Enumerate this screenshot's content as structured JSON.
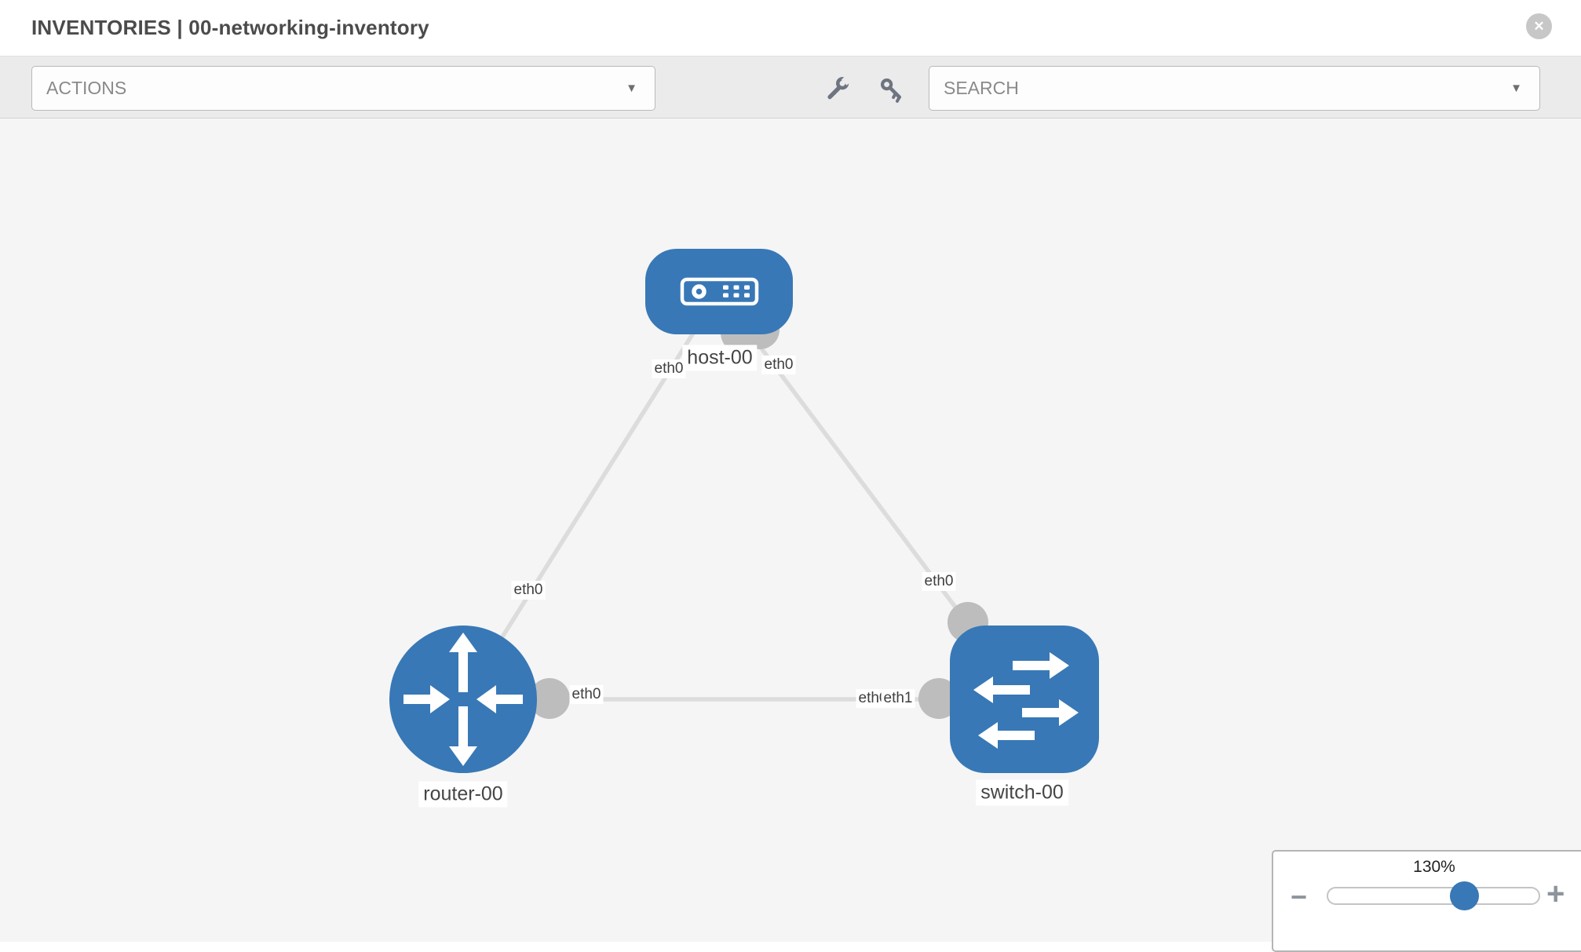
{
  "header": {
    "title": "INVENTORIES | 00-networking-inventory",
    "close_glyph": "✕"
  },
  "toolbar": {
    "actions_placeholder": "ACTIONS",
    "search_placeholder": "SEARCH",
    "caret_glyph": "▼",
    "icons": [
      "wrench-icon",
      "key-icon"
    ]
  },
  "topology": {
    "nodes": [
      {
        "label": "host-00",
        "type": "host",
        "shape": "rounded-rect"
      },
      {
        "label": "router-00",
        "type": "router",
        "shape": "circle"
      },
      {
        "label": "switch-00",
        "type": "switch",
        "shape": "rounded-square"
      }
    ],
    "links": [
      {
        "from": "host-00",
        "to": "router-00",
        "from_iface": "eth0",
        "to_iface": "eth0"
      },
      {
        "from": "host-00",
        "to": "switch-00",
        "from_iface": "eth0",
        "to_iface": "eth0"
      },
      {
        "from": "router-00",
        "to": "switch-00",
        "from_iface": "eth0",
        "to_iface": "eth1"
      }
    ],
    "iface_labels": {
      "host_left": "eth0",
      "host_right": "eth0",
      "host_router_mid": "eth0",
      "host_switch_mid": "eth0",
      "router_right": "eth0",
      "switch_left_back": "eth0",
      "switch_left_front": "eth1"
    }
  },
  "zoom_control": {
    "value_label": "130%",
    "minus_glyph": "−",
    "plus_glyph": "+"
  },
  "colors": {
    "node_blue": "#3878b6",
    "link_gray": "#dcdcdc",
    "port_gray": "#bdbdbd",
    "toolbar_gray": "#ebebeb",
    "canvas_gray": "#f5f5f5"
  }
}
